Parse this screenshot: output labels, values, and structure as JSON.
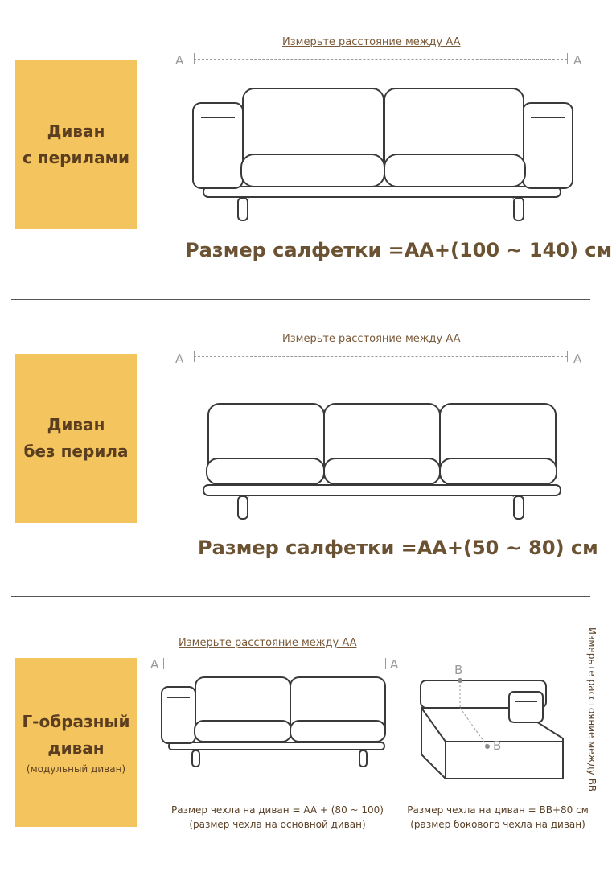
{
  "sections": [
    {
      "label_line1": "Диван",
      "label_line2": "с перилами",
      "measure_text": "Измерьте расстояние между AA",
      "marker_left": "A",
      "marker_right": "A",
      "formula": "Размер салфетки =AA+(100 ~ 140) см"
    },
    {
      "label_line1": "Диван",
      "label_line2": "без перила",
      "measure_text": "Измерьте расстояние между AA",
      "marker_left": "A",
      "marker_right": "A",
      "formula": "Размер салфетки =AA+(50 ~ 80) см"
    },
    {
      "label_line1": "Г-образный",
      "label_line2": "диван",
      "label_line3": "(модульный диван)",
      "measure_text": "Измерьте расстояние между AA",
      "marker_left": "A",
      "marker_right": "A",
      "marker_b_top": "B",
      "marker_b_bottom": "B",
      "vertical_text": "Измерьте расстояние между BB",
      "note_left_line1": "Размер чехла на диван = AA + (80 ~ 100)",
      "note_left_line2": "(размер чехла на основной диван)",
      "note_right_line1": "Размер чехла на диван = BB+80 см",
      "note_right_line2": "(размер бокового чехла на диван)"
    }
  ],
  "colors": {
    "label_box": "#f4c55e",
    "text": "#5b3e1f",
    "formula": "#6b5232"
  }
}
